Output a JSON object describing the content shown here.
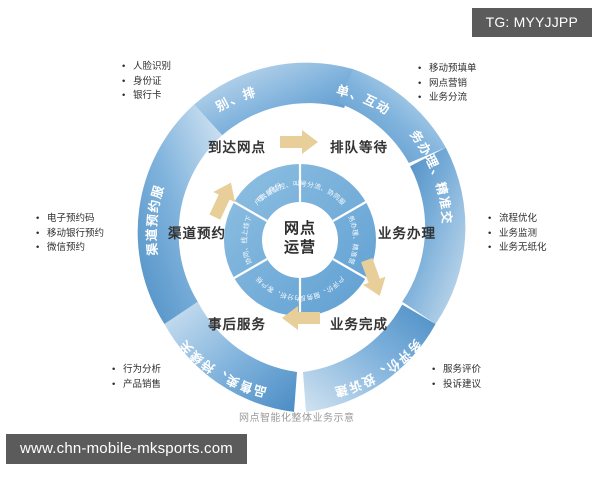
{
  "watermarks": {
    "top_right": "TG: MYYJJPP",
    "bottom_left": "www.chn-mobile-mksports.com"
  },
  "caption": "网点智能化整体业务示意",
  "center": {
    "line1": "网点",
    "line2": "运营"
  },
  "colors": {
    "ring_blue": "#5b9bd5",
    "ring_blue_light": "#a9cce8",
    "arrow_gold": "#e8cf9a",
    "inner_ring": "#6aa6d6",
    "text_dark": "#333333",
    "watermark_bg": "#5b5b5b"
  },
  "stages": [
    {
      "id": "arrive",
      "label": "到达网点"
    },
    {
      "id": "queue",
      "label": "排队等待"
    },
    {
      "id": "handle",
      "label": "业务办理"
    },
    {
      "id": "complete",
      "label": "业务完成"
    },
    {
      "id": "aftercare",
      "label": "事后服务"
    },
    {
      "id": "channel",
      "label": "渠道预约"
    }
  ],
  "outer_arcs": [
    {
      "id": "arc-arrive",
      "text": "身份识别、排队取号"
    },
    {
      "id": "arc-queue",
      "text": "预填单、互动咨询"
    },
    {
      "id": "arc-handle",
      "text": "业务办理、精准交叉"
    },
    {
      "id": "arc-complete",
      "text": "服务评价、投诉建议"
    },
    {
      "id": "arc-aftercare",
      "text": "产品售卖、持续关注"
    },
    {
      "id": "arc-channel",
      "text": "多渠道预约服务"
    }
  ],
  "inner_arcs": [
    {
      "id": "inner-1",
      "text": "客户流量监控、叫号分流、协同服务"
    },
    {
      "id": "inner-2",
      "text": "业务办理、精准营销"
    },
    {
      "id": "inner-3",
      "text": "客户评价、服务反馈"
    },
    {
      "id": "inner-4",
      "text": "客户行为分析、客户标签管理"
    },
    {
      "id": "inner-5",
      "text": "渠道协同、线上线下融合"
    },
    {
      "id": "inner-6",
      "text": "预约受理、身份预校验"
    }
  ],
  "bullet_groups": [
    {
      "id": "bullets-arrive",
      "items": [
        "人脸识别",
        "身份证",
        "银行卡"
      ]
    },
    {
      "id": "bullets-queue",
      "items": [
        "移动预填单",
        "网点营销",
        "业务分流"
      ]
    },
    {
      "id": "bullets-handle",
      "items": [
        "流程优化",
        "业务监测",
        "业务无纸化"
      ]
    },
    {
      "id": "bullets-complete",
      "items": [
        "服务评价",
        "投诉建议"
      ]
    },
    {
      "id": "bullets-aftercare",
      "items": [
        "行为分析",
        "产品销售"
      ]
    },
    {
      "id": "bullets-channel",
      "items": [
        "电子预约码",
        "移动银行预约",
        "微信预约"
      ]
    }
  ]
}
